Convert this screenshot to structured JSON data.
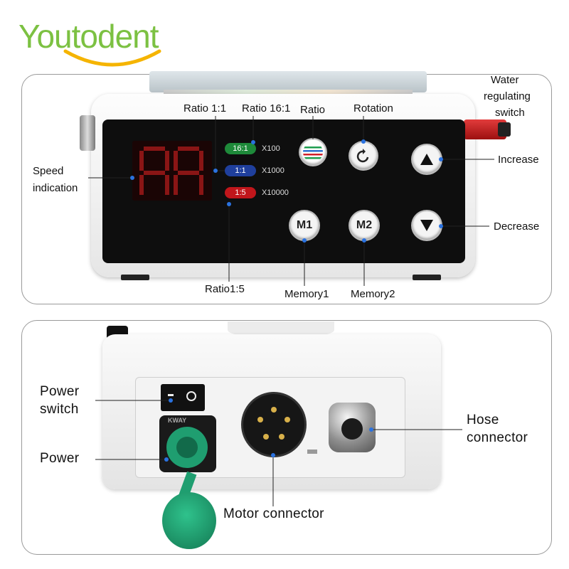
{
  "brand": {
    "logo_text": "Youtodent",
    "logo_color": "#7cc142",
    "smile_color": "#f5b400"
  },
  "front_panel": {
    "labels": {
      "water_regulating_switch": "Water regulating switch",
      "water_line1": "Water",
      "water_line2": "regulating",
      "water_line3": "switch",
      "ratio_1_1": "Ratio 1:1",
      "ratio_16_1": "Ratio 16:1",
      "ratio": "Ratio",
      "rotation": "Rotation",
      "increase": "Increase",
      "decrease": "Decrease",
      "speed_line1": "Speed",
      "speed_line2": "indication",
      "ratio_1_5": "Ratio1:5",
      "memory1": "Memory1",
      "memory2": "Memory2"
    },
    "ratio_chips": [
      {
        "text": "16:1",
        "multiplier": "X100",
        "color": "#1e8a3a"
      },
      {
        "text": "1:1",
        "multiplier": "X1000",
        "color": "#1f3f9c"
      },
      {
        "text": "1:5",
        "multiplier": "X10000",
        "color": "#c0161b"
      }
    ],
    "buttons": {
      "m1": "M1",
      "m2": "M2"
    },
    "display": {
      "digits": "88"
    }
  },
  "rear_panel": {
    "labels": {
      "power_switch_line1": "Power",
      "power_switch_line2": "switch",
      "power": "Power",
      "hose_line1": "Hose",
      "hose_line2": "connector",
      "motor_connector": "Motor connector"
    },
    "connector_brand": "KWAY",
    "cap_color": "#1f9e70"
  },
  "icons": [
    "rotation-icon",
    "increase-arrow-icon",
    "decrease-arrow-icon",
    "ratio-stripes-icon"
  ]
}
